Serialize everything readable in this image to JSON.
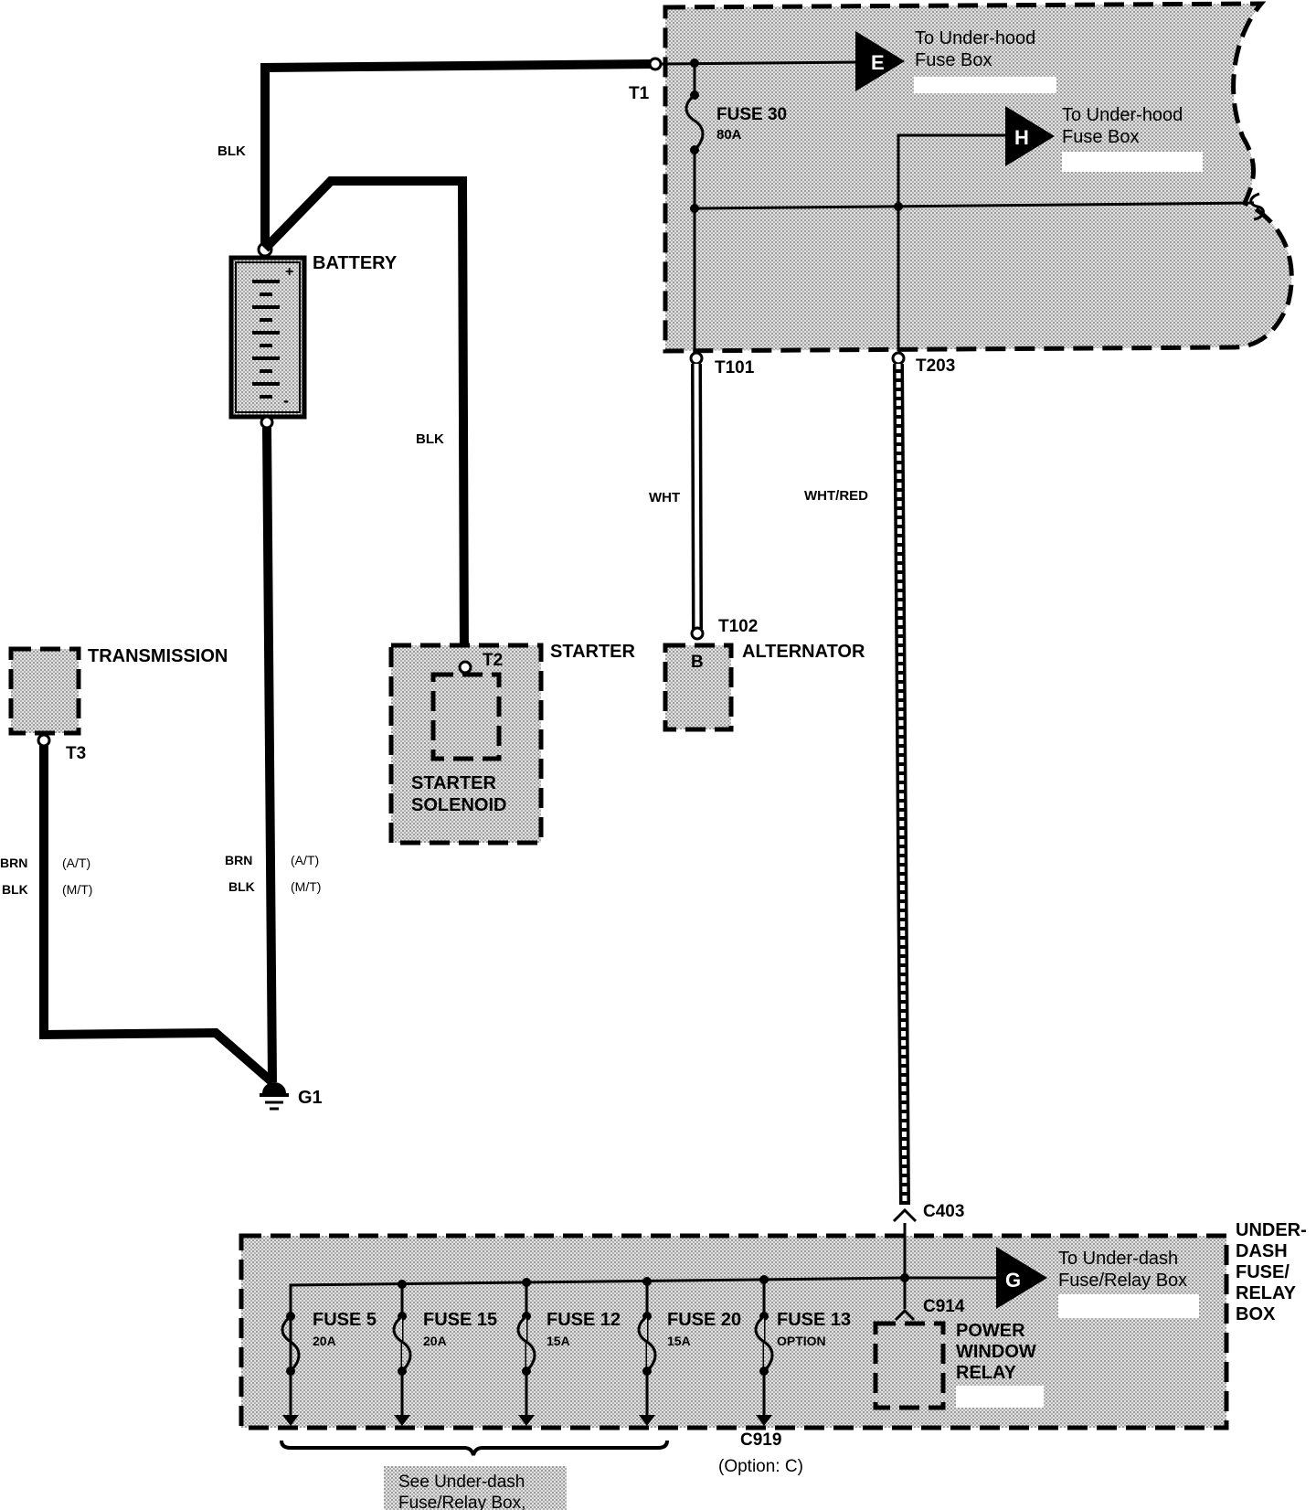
{
  "colors": {
    "ink": "#000000",
    "paper": "#ffffff",
    "shade": "#d6d6d6"
  },
  "underhood": {
    "terminal_t1": "T1",
    "connector_e": {
      "letter": "E",
      "line1": "To Under-hood",
      "line2": "Fuse Box"
    },
    "connector_h": {
      "letter": "H",
      "line1": "To Under-hood",
      "line2": "Fuse Box"
    },
    "fuse30": {
      "name": "FUSE 30",
      "rating": "80A"
    },
    "terminal_t101": "T101",
    "terminal_t203": "T203"
  },
  "battery": {
    "label": "BATTERY",
    "plus": "+",
    "minus": "-"
  },
  "wires": {
    "blk_top": "BLK",
    "blk_starter": "BLK",
    "wht": "WHT",
    "wht_red": "WHT/RED",
    "brn_left": "BRN",
    "at_left": "(A/T)",
    "blk_left": "BLK",
    "mt_left": "(M/T)",
    "brn_mid": "BRN",
    "at_mid": "(A/T)",
    "blk_mid": "BLK",
    "mt_mid": "(M/T)"
  },
  "transmission": {
    "label": "TRANSMISSION",
    "terminal": "T3"
  },
  "starter": {
    "label": "STARTER",
    "terminal": "T2",
    "solenoid_line1": "STARTER",
    "solenoid_line2": "SOLENOID"
  },
  "alternator": {
    "label": "ALTERNATOR",
    "terminal": "T102",
    "pin": "B"
  },
  "ground": {
    "label": "G1"
  },
  "underdash": {
    "connector_c403": "C403",
    "title_line1": "UNDER-",
    "title_line2": "DASH",
    "title_line3": "FUSE/",
    "title_line4": "RELAY",
    "title_line5": "BOX",
    "connector_g": {
      "letter": "G",
      "line1": "To Under-dash",
      "line2": "Fuse/Relay Box"
    },
    "connector_c914": "C914",
    "relay_line1": "POWER",
    "relay_line2": "WINDOW",
    "relay_line3": "RELAY",
    "fuses": [
      {
        "name": "FUSE 5",
        "rating": "20A"
      },
      {
        "name": "FUSE 15",
        "rating": "20A"
      },
      {
        "name": "FUSE 12",
        "rating": "15A"
      },
      {
        "name": "FUSE 20",
        "rating": "15A"
      },
      {
        "name": "FUSE 13",
        "rating": "OPTION"
      }
    ],
    "connector_c919": "C919",
    "c919_note": "(Option: C)",
    "see_line1": "See Under-dash",
    "see_line2": "Fuse/Relay Box,"
  }
}
